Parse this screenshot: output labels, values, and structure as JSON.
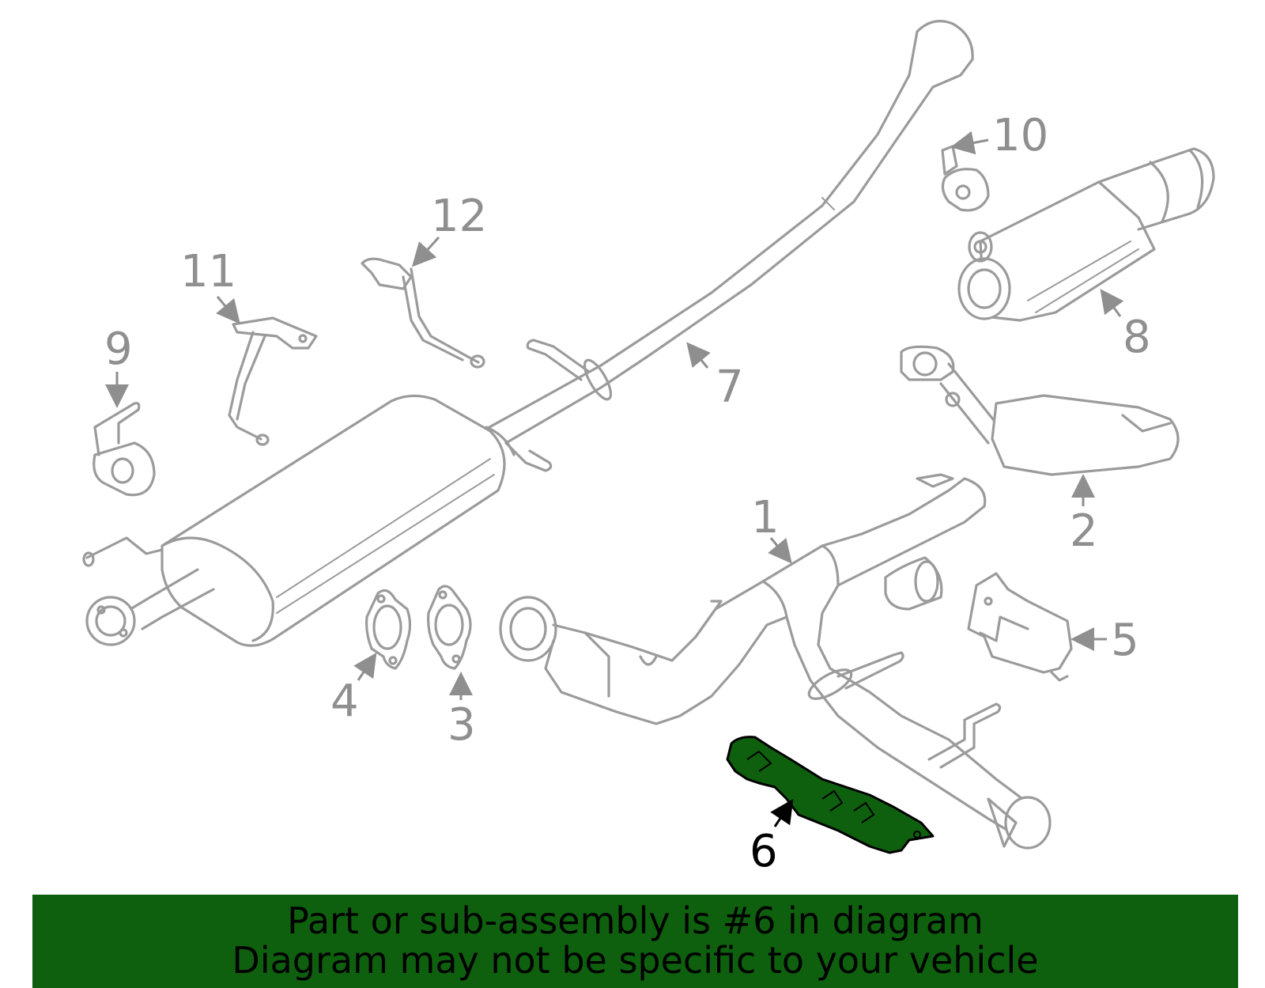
{
  "callouts": {
    "c1": "1",
    "c2": "2",
    "c3": "3",
    "c4": "4",
    "c5": "5",
    "c6": "6",
    "c7": "7",
    "c8": "8",
    "c9": "9",
    "c10": "10",
    "c11": "11",
    "c12": "12"
  },
  "highlight": {
    "part_number": "6",
    "color": "#0e600e"
  },
  "banner": {
    "line1": "Part or sub-assembly is #6 in diagram",
    "line2": "Diagram may not be specific to your vehicle"
  }
}
